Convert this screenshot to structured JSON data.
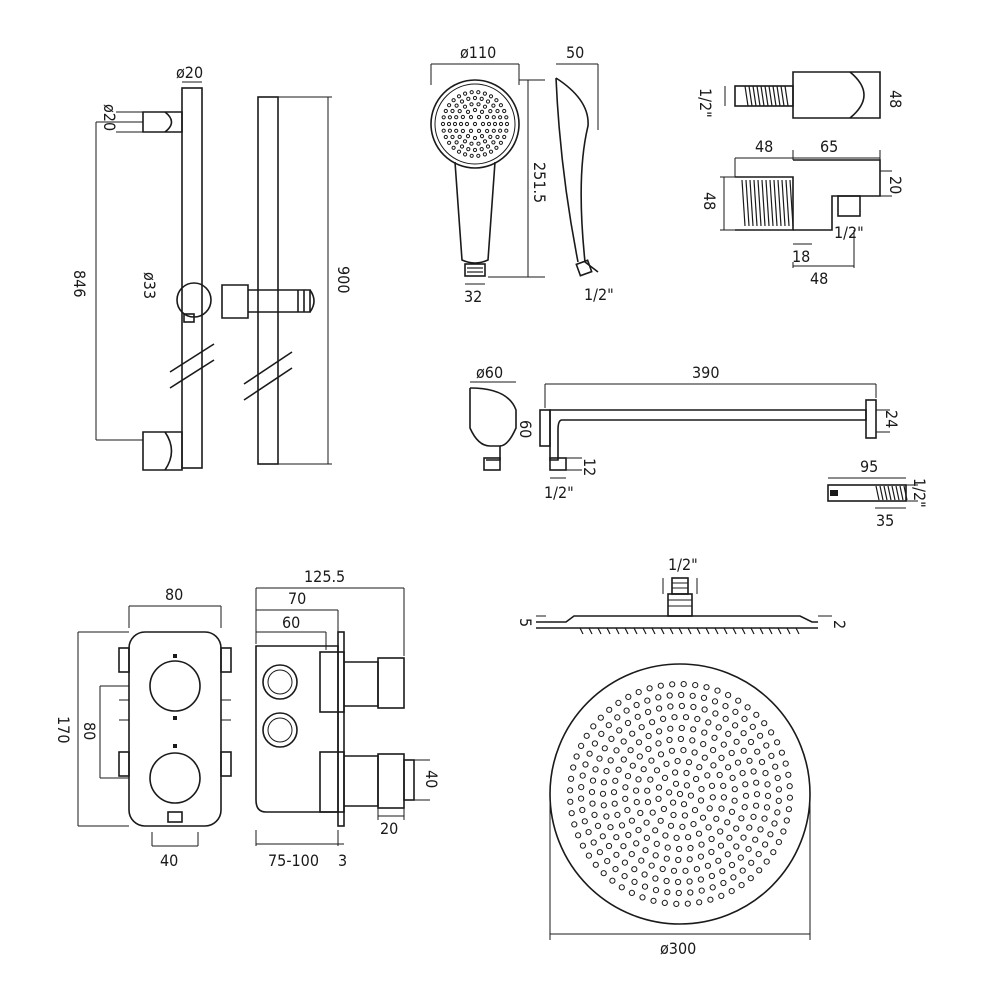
{
  "colors": {
    "line": "#1a1a1a",
    "background": "#ffffff"
  },
  "rail": {
    "top_diameter": "ø20",
    "bracket_diameter": "ø20",
    "length": "846",
    "slider_diameter": "ø33",
    "height": "900"
  },
  "handset": {
    "head_diameter": "ø110",
    "depth": "50",
    "length": "251.5",
    "base_width": "32",
    "thread": "1/2\""
  },
  "wall_outlet": {
    "thread_top": "1/2\"",
    "height_top": "48",
    "width_a": "48",
    "width_b": "65",
    "side_height": "48",
    "outlet_height": "20",
    "thread_side": "1/2\"",
    "offset": "18",
    "base_width": "48"
  },
  "shower_arm": {
    "flange_diameter": "ø60",
    "length": "390",
    "wall_plate": "60",
    "end_height": "24",
    "thread_depth": "12",
    "thread": "1/2\"",
    "connector_length": "95",
    "connector_thread": "1/2\"",
    "connector_depth": "35"
  },
  "valve": {
    "width": "80",
    "height": "170",
    "spacing": "80",
    "bottom_width": "40",
    "total_depth": "125.5",
    "depth_a": "70",
    "depth_b": "60",
    "outlet_height": "40",
    "outlet_width": "20",
    "wall_depth": "75-100",
    "plate": "3"
  },
  "shower_head": {
    "thread": "1/2\"",
    "edge_left": "5",
    "edge_right": "2",
    "diameter": "ø300"
  }
}
